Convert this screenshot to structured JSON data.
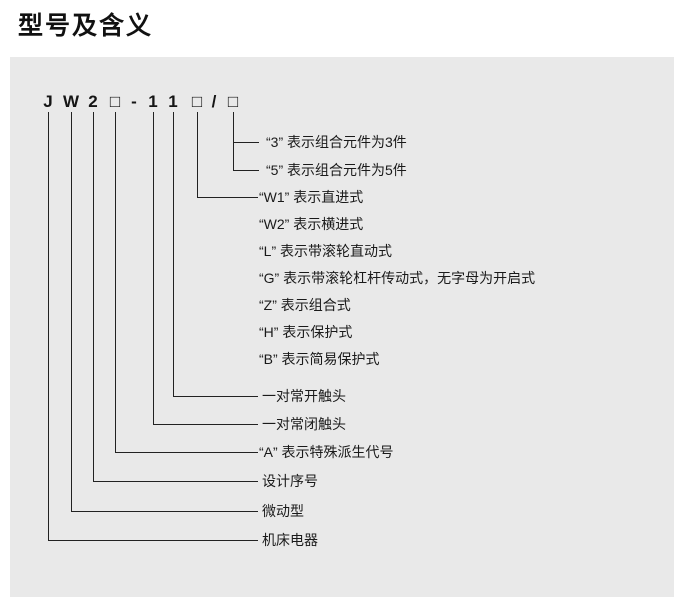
{
  "page": {
    "title": "型号及含义"
  },
  "model_code": {
    "chars": [
      "J",
      "W",
      "2",
      "□",
      "-",
      "1",
      "1",
      "□",
      "/",
      "□"
    ]
  },
  "labels": [
    "“3” 表示组合元件为3件",
    "“5” 表示组合元件为5件",
    "“W1” 表示直进式",
    "“W2” 表示横进式",
    "“L” 表示带滚轮直动式",
    "“G” 表示带滚轮杠杆传动式，无字母为开启式",
    "“Z” 表示组合式",
    "“H” 表示保护式",
    "“B” 表示简易保护式",
    "一对常开触头",
    "一对常闭触头",
    "“A” 表示特殊派生代号",
    "设计序号",
    "微动型",
    "机床电器"
  ],
  "colors": {
    "panel_bg": "#e9e9e9",
    "line": "#222222",
    "text": "#1a1a1a"
  }
}
